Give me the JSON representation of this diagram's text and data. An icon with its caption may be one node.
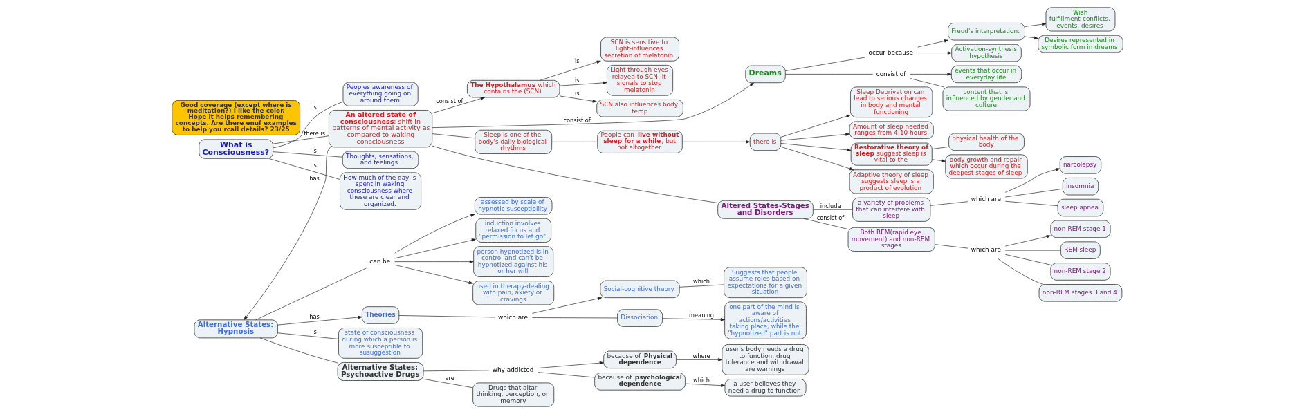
{
  "diagram": {
    "nodes": [
      {
        "text": [
          "What is Consciousness?"
        ]
      },
      {
        "text": [
          "**The Hypothalamus** which contains the (SCN)"
        ]
      },
      {
        "text": [
          "SCN is sensitive to light-influences secretion of melatonin"
        ]
      },
      {
        "text": [
          "Freud's interpretation:"
        ]
      },
      {
        "text": [
          "Wish fulfillment-conflicts, events, desires"
        ]
      },
      {
        "text": [
          "Good coverage (except where is meditation?) I like the color. Hope it helps remembering concepts. Are there enuf examples to help you rcall details? 23/25"
        ]
      },
      {
        "text": [
          "Light through eyes relayed to SCN; it signals to stop melatonin"
        ]
      },
      {
        "text": [
          "Desires represented in symbolic form in dreams"
        ]
      },
      {
        "text": [
          "Peoples awareness of everything going on around them"
        ]
      },
      {
        "text": [
          "occur because"
        ]
      },
      {
        "text": [
          "Activation-synthesis hypothesis"
        ]
      },
      {
        "text": [
          "assessed by scale of hypnotic susceptibility"
        ]
      },
      {
        "text": [
          "SCN also influences body temp"
        ]
      },
      {
        "text": [
          "**An altered state of consciousness**; shift in patterns of mental activity as compared to waking consciousness"
        ]
      },
      {
        "text": [
          "induction involves relaxed focus and \"permission to let go\""
        ]
      },
      {
        "text": [
          "Thoughts, sensations, and feelings."
        ]
      },
      {
        "text": [
          "Dreams"
        ]
      },
      {
        "text": [
          "consist of"
        ]
      },
      {
        "text": [
          "events that occur in everyday life"
        ]
      },
      {
        "text": [
          "can be"
        ]
      },
      {
        "text": [
          "person hypnotized is in control and can't be hypnotized against his or her will"
        ]
      },
      {
        "text": [
          "How much of the day is spent in waking consciousness where these are clear and organized."
        ]
      },
      {
        "text": [
          "Sleep is one of the body's daily biological rhythms"
        ]
      },
      {
        "text": [
          "content that is influenced by gender and culture"
        ]
      },
      {
        "text": [
          "Sleep Deprivation can lead to serious changes in body and mental functioning"
        ]
      },
      {
        "text": [
          "used in therapy-dealing with pain, axiety or cravings"
        ]
      },
      {
        "text": [
          "Alternative States: Hypnosis"
        ]
      },
      {
        "text": [
          "People can **live without sleep for a while**, but not altogether"
        ]
      },
      {
        "text": [
          "there is"
        ]
      },
      {
        "text": [
          "Amount of sleep needed ranges from 4-10 hours"
        ]
      },
      {
        "text": [
          "Altered States-Stages and Disorders"
        ]
      },
      {
        "text": [
          "Theories"
        ]
      },
      {
        "text": [
          "Social-cognitive theory"
        ]
      },
      {
        "text": [
          "**Restorative theory of sleep** suggest sleep is vital to the"
        ]
      },
      {
        "text": [
          "Adaptive theory of sleep suggests sleep is a product of evolution"
        ]
      },
      {
        "text": [
          "state of consciousness during which a person is more susceptible to susuggestion"
        ]
      },
      {
        "text": [
          "which are"
        ]
      },
      {
        "text": [
          "physical health of the body"
        ]
      },
      {
        "text": [
          "Suggests that people assume roles based on expectations for a given situation"
        ]
      },
      {
        "text": [
          "a variety of problems that can interfere with sleep"
        ]
      },
      {
        "text": [
          "Both REM(rapid eye movement) and non-REM stages"
        ]
      },
      {
        "text": [
          "one part of the mind is aware of actions/activities taking place, while the \"hypnotized\" part is not"
        ]
      },
      {
        "text": [
          "Dissociation"
        ]
      },
      {
        "text": [
          "body growth and repair which occur during the deepest stages of sleep"
        ]
      },
      {
        "text": [
          "which are"
        ]
      },
      {
        "text": [
          "non-REM stage 1"
        ]
      },
      {
        "text": [
          "which are"
        ]
      },
      {
        "text": [
          "narcolepsy"
        ]
      },
      {
        "text": [
          "REM sleep"
        ]
      },
      {
        "text": [
          "non-REM stage 2"
        ]
      },
      {
        "text": [
          "Alternative States: Psychoactive Drugs"
        ]
      },
      {
        "text": [
          "why addicted"
        ]
      },
      {
        "text": [
          "because of **Physical dependence**"
        ]
      },
      {
        "text": [
          "user's body needs a drug to function; drug tolerance and withdrawal are warnings"
        ]
      },
      {
        "text": [
          "because of **psychological dependence**"
        ]
      },
      {
        "text": [
          "a user believes they need a drug to function"
        ]
      },
      {
        "text": [
          "Drugs that altar thinking, perception, or memory"
        ]
      },
      {
        "text": [
          "non-REM stages 3 and 4"
        ]
      },
      {
        "text": [
          "insomnia"
        ]
      },
      {
        "text": [
          "sleep apnea"
        ]
      }
    ],
    "edges": [
      {
        "from": 0,
        "to": 8,
        "label": "is",
        "arrow": "none"
      },
      {
        "from": 0,
        "to": 15,
        "label": "is",
        "arrow": "none"
      },
      {
        "from": 0,
        "to": 21,
        "label": "is",
        "arrow": "none"
      },
      {
        "from": 0,
        "to": 13,
        "label": "there is",
        "arrow": "none"
      },
      {
        "from": 13,
        "to": 1,
        "label": "consist of",
        "arrow": "to"
      },
      {
        "from": 1,
        "to": 2,
        "label": "is",
        "arrow": "to"
      },
      {
        "from": 1,
        "to": 6,
        "label": "is",
        "arrow": "to"
      },
      {
        "from": 1,
        "to": 12,
        "label": "is",
        "arrow": "to"
      },
      {
        "from": 13,
        "to": 16,
        "label": "consist of",
        "arrow": "to"
      },
      {
        "from": 13,
        "to": 26,
        "label": "has",
        "arrow": "to"
      },
      {
        "from": 13,
        "to": 22,
        "arrow": "none"
      },
      {
        "from": 22,
        "to": 27,
        "arrow": "none"
      },
      {
        "from": 13,
        "to": 30,
        "arrow": "none"
      },
      {
        "from": 27,
        "to": 28,
        "arrow": "to"
      },
      {
        "from": 28,
        "to": 24,
        "arrow": "to"
      },
      {
        "from": 28,
        "to": 29,
        "arrow": "to"
      },
      {
        "from": 28,
        "to": 34,
        "arrow": "to"
      },
      {
        "from": 28,
        "to": 33,
        "arrow": "to"
      },
      {
        "from": 33,
        "to": 37,
        "arrow": "none"
      },
      {
        "from": 33,
        "to": 43,
        "arrow": "to"
      },
      {
        "from": 16,
        "to": 9,
        "arrow": "none"
      },
      {
        "from": 9,
        "to": 3,
        "arrow": "to"
      },
      {
        "from": 9,
        "to": 10,
        "arrow": "to"
      },
      {
        "from": 3,
        "to": 4,
        "arrow": "to"
      },
      {
        "from": 3,
        "to": 7,
        "arrow": "to"
      },
      {
        "from": 16,
        "to": 17,
        "arrow": "none"
      },
      {
        "from": 17,
        "to": 18,
        "arrow": "to"
      },
      {
        "from": 17,
        "to": 23,
        "arrow": "none"
      },
      {
        "from": 26,
        "to": 19,
        "arrow": "none"
      },
      {
        "from": 19,
        "to": 11,
        "arrow": "to"
      },
      {
        "from": 19,
        "to": 14,
        "arrow": "to"
      },
      {
        "from": 19,
        "to": 20,
        "arrow": "to"
      },
      {
        "from": 19,
        "to": 25,
        "arrow": "to"
      },
      {
        "from": 26,
        "to": 35,
        "label": "is",
        "arrow": "none"
      },
      {
        "from": 26,
        "to": 31,
        "label": "has",
        "arrow": "to"
      },
      {
        "from": 31,
        "to": 36,
        "arrow": "none"
      },
      {
        "from": 36,
        "to": 32,
        "arrow": "to"
      },
      {
        "from": 36,
        "to": 42,
        "arrow": "none"
      },
      {
        "from": 32,
        "to": 38,
        "label": "which",
        "arrow": "none"
      },
      {
        "from": 42,
        "to": 41,
        "label": "meaning",
        "arrow": "to"
      },
      {
        "from": 26,
        "to": 50,
        "arrow": "none"
      },
      {
        "from": 50,
        "to": 56,
        "label": "are",
        "arrow": "none"
      },
      {
        "from": 50,
        "to": 51,
        "arrow": "none"
      },
      {
        "from": 51,
        "to": 52,
        "arrow": "to"
      },
      {
        "from": 51,
        "to": 54,
        "arrow": "none"
      },
      {
        "from": 52,
        "to": 53,
        "label": "where",
        "arrow": "to"
      },
      {
        "from": 54,
        "to": 55,
        "label": "which",
        "arrow": "to"
      },
      {
        "from": 30,
        "to": 39,
        "label": "include",
        "arrow": "none"
      },
      {
        "from": 30,
        "to": 40,
        "label": "consist of",
        "arrow": "none"
      },
      {
        "from": 39,
        "to": 46,
        "arrow": "none"
      },
      {
        "from": 46,
        "to": 47,
        "arrow": "to"
      },
      {
        "from": 46,
        "to": 58,
        "arrow": "none"
      },
      {
        "from": 46,
        "to": 59,
        "arrow": "none"
      },
      {
        "from": 40,
        "to": 44,
        "arrow": "none"
      },
      {
        "from": 44,
        "to": 45,
        "arrow": "to"
      },
      {
        "from": 44,
        "to": 48,
        "arrow": "none"
      },
      {
        "from": 44,
        "to": 49,
        "arrow": "none"
      },
      {
        "from": 44,
        "to": 57,
        "arrow": "none"
      }
    ]
  }
}
